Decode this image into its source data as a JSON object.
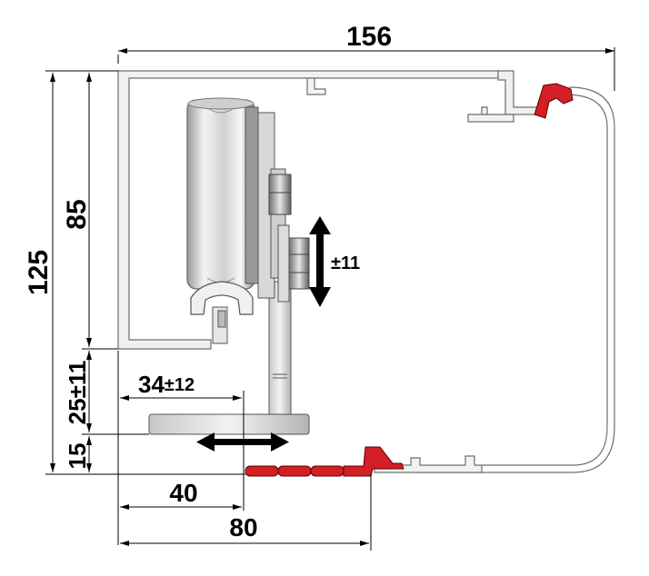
{
  "dimensions": {
    "overall_width": "156",
    "overall_height": "125",
    "inner_height": "85",
    "vertical_adjust": "25±11",
    "base_height": "15",
    "side_adjust_value": "34",
    "side_adjust_tol": "±12",
    "offset_40": "40",
    "offset_80": "80",
    "height_adjust": "±11"
  },
  "colors": {
    "seal": "#d41f26",
    "line": "#000000",
    "metal_light": "#eeeeee",
    "metal_dark": "#8a8a8a"
  },
  "icons": {
    "vertical_arrow": "double-arrow-vertical",
    "horizontal_arrow": "double-arrow-horizontal"
  }
}
